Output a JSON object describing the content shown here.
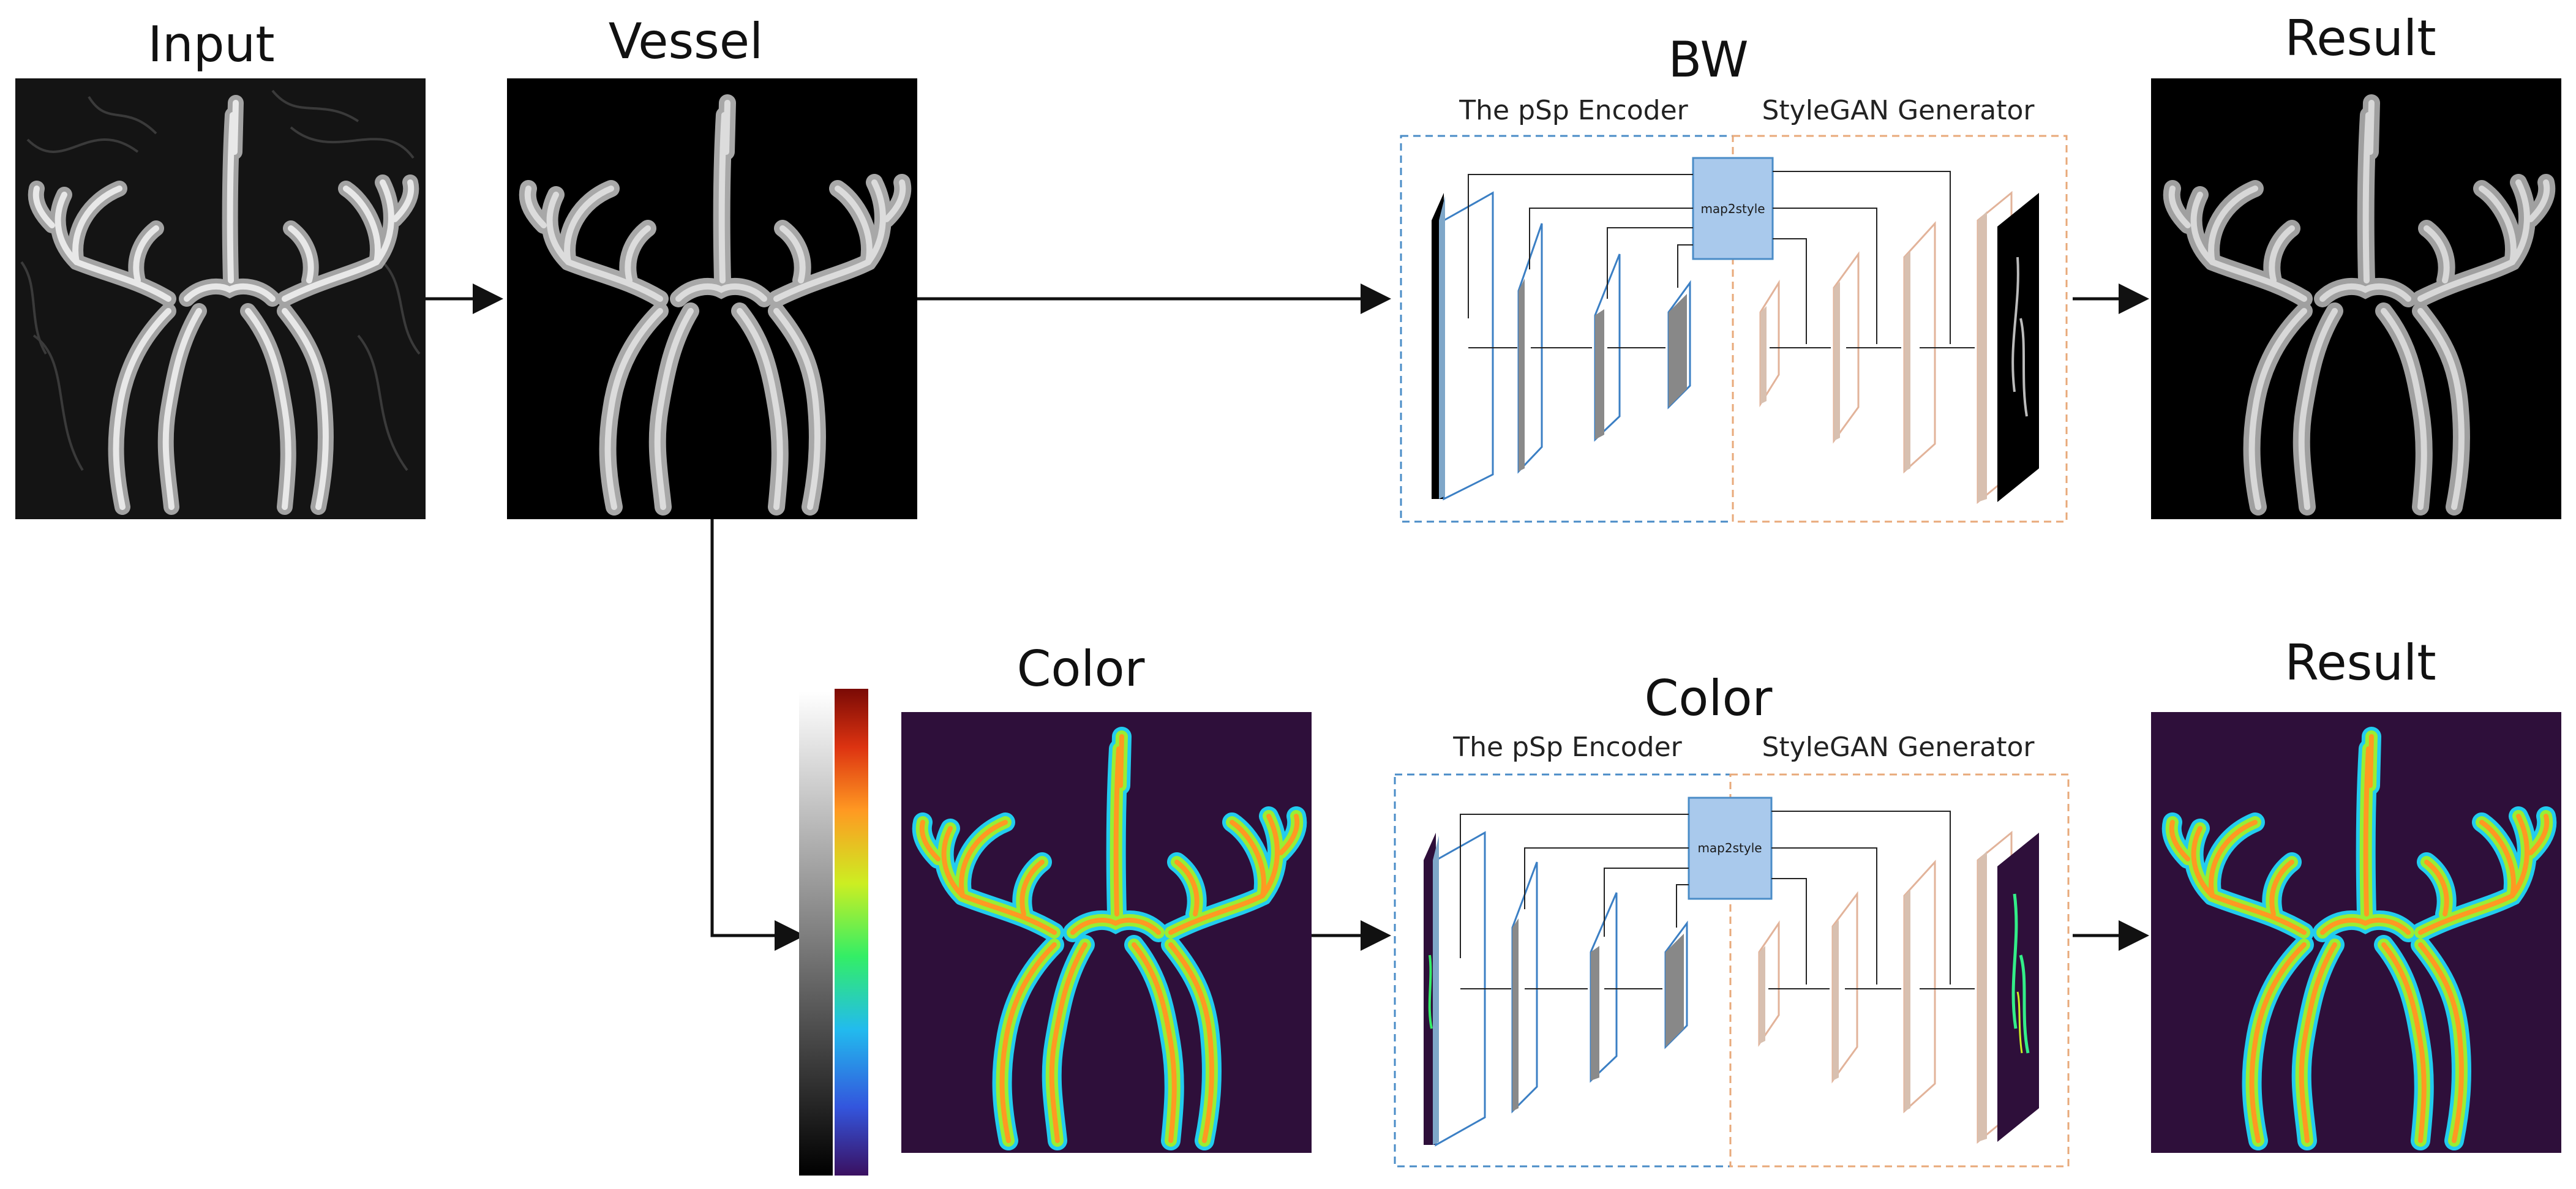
{
  "top_row": {
    "input_title": "Input",
    "vessel_title": "Vessel",
    "mode_title": "BW",
    "result_title": "Result",
    "encoder_label": "The pSp Encoder",
    "generator_label": "StyleGAN Generator",
    "map2style_label": "map2style"
  },
  "bottom_row": {
    "color_image_title": "Color",
    "mode_title": "Color",
    "result_title": "Result",
    "encoder_label": "The pSp Encoder",
    "generator_label": "StyleGAN Generator",
    "map2style_label": "map2style"
  },
  "colors": {
    "encoder_border": "#4a8cc7",
    "generator_border": "#e8a97a",
    "map2style_fill": "#a9c9ec",
    "encoder_layer_edge": "#3b7fc4",
    "generator_layer_edge": "#e2b39a",
    "color_background": "#2e0f3a",
    "arrow": "#111111"
  },
  "colorbars": {
    "gray": [
      "#000000",
      "#ffffff"
    ],
    "jet": [
      "#3a1060",
      "#3355dd",
      "#22bbee",
      "#33ee66",
      "#ccee22",
      "#ff9922",
      "#dd3311",
      "#7a0a05"
    ]
  }
}
